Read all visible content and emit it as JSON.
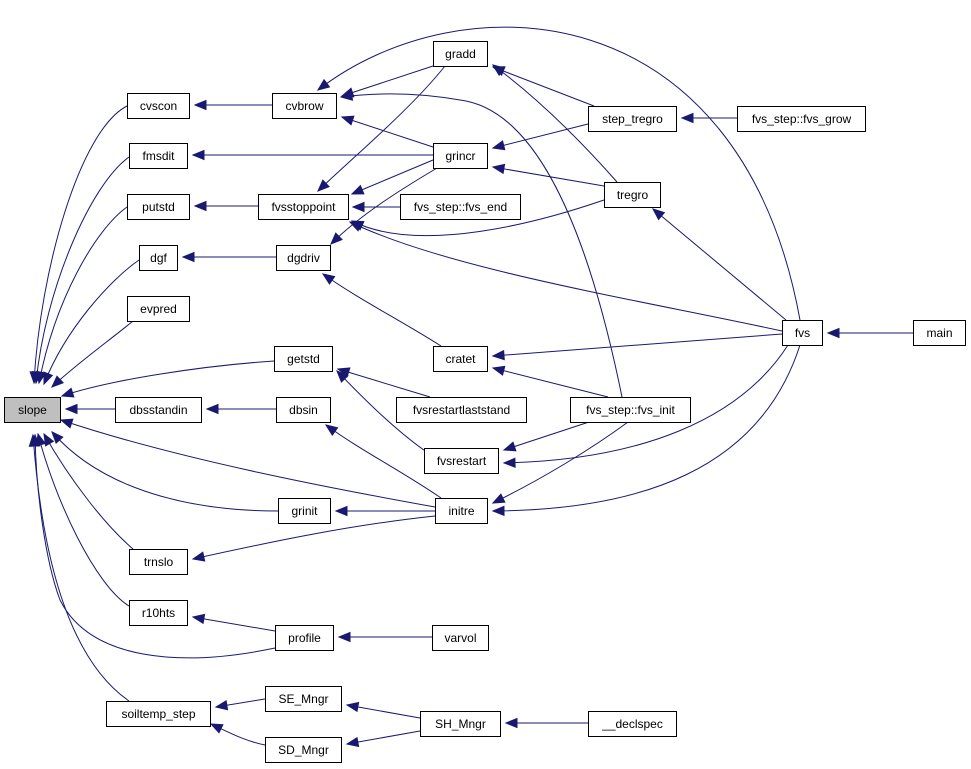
{
  "colors": {
    "edge": "#191970",
    "focus_fill": "#bfbfbf",
    "node_fill": "#ffffff",
    "border": "#000000"
  },
  "graph": {
    "focus_node": "slope",
    "nodes": [
      {
        "id": "slope",
        "label": "slope"
      },
      {
        "id": "cvscon",
        "label": "cvscon"
      },
      {
        "id": "fmsdit",
        "label": "fmsdit"
      },
      {
        "id": "putstd",
        "label": "putstd"
      },
      {
        "id": "dgf",
        "label": "dgf"
      },
      {
        "id": "evpred",
        "label": "evpred"
      },
      {
        "id": "getstd",
        "label": "getstd"
      },
      {
        "id": "dbsstandin",
        "label": "dbsstandin"
      },
      {
        "id": "dbsin",
        "label": "dbsin"
      },
      {
        "id": "grinit",
        "label": "grinit"
      },
      {
        "id": "trnslo",
        "label": "trnslo"
      },
      {
        "id": "r10hts",
        "label": "r10hts"
      },
      {
        "id": "profile",
        "label": "profile"
      },
      {
        "id": "soiltemp_step",
        "label": "soiltemp_step"
      },
      {
        "id": "SE_Mngr",
        "label": "SE_Mngr"
      },
      {
        "id": "SD_Mngr",
        "label": "SD_Mngr"
      },
      {
        "id": "cvbrow",
        "label": "cvbrow"
      },
      {
        "id": "fvsstoppoint",
        "label": "fvsstoppoint"
      },
      {
        "id": "dgdriv",
        "label": "dgdriv"
      },
      {
        "id": "gradd",
        "label": "gradd"
      },
      {
        "id": "grincr",
        "label": "grincr"
      },
      {
        "id": "fvs_end",
        "label": "fvs_step::fvs_end"
      },
      {
        "id": "cratet",
        "label": "cratet"
      },
      {
        "id": "fvsrestartlaststand",
        "label": "fvsrestartlaststand"
      },
      {
        "id": "fvsrestart",
        "label": "fvsrestart"
      },
      {
        "id": "initre",
        "label": "initre"
      },
      {
        "id": "varvol",
        "label": "varvol"
      },
      {
        "id": "SH_Mngr",
        "label": "SH_Mngr"
      },
      {
        "id": "step_tregro",
        "label": "step_tregro"
      },
      {
        "id": "tregro",
        "label": "tregro"
      },
      {
        "id": "fvs_init",
        "label": "fvs_step::fvs_init"
      },
      {
        "id": "fvs_grow",
        "label": "fvs_step::fvs_grow"
      },
      {
        "id": "fvs",
        "label": "fvs"
      },
      {
        "id": "main",
        "label": "main"
      },
      {
        "id": "declspec",
        "label": "__declspec"
      }
    ],
    "edges": [
      {
        "from": "cvscon",
        "to": "slope"
      },
      {
        "from": "fmsdit",
        "to": "slope"
      },
      {
        "from": "putstd",
        "to": "slope"
      },
      {
        "from": "dgf",
        "to": "slope"
      },
      {
        "from": "evpred",
        "to": "slope"
      },
      {
        "from": "getstd",
        "to": "slope"
      },
      {
        "from": "dbsstandin",
        "to": "slope"
      },
      {
        "from": "initre",
        "to": "slope"
      },
      {
        "from": "grinit",
        "to": "slope"
      },
      {
        "from": "trnslo",
        "to": "slope"
      },
      {
        "from": "r10hts",
        "to": "slope"
      },
      {
        "from": "profile",
        "to": "slope"
      },
      {
        "from": "soiltemp_step",
        "to": "slope"
      },
      {
        "from": "cvbrow",
        "to": "cvscon"
      },
      {
        "from": "grincr",
        "to": "fmsdit"
      },
      {
        "from": "fvsstoppoint",
        "to": "putstd"
      },
      {
        "from": "dgdriv",
        "to": "dgf"
      },
      {
        "from": "dbsin",
        "to": "dbsstandin"
      },
      {
        "from": "initre",
        "to": "grinit"
      },
      {
        "from": "initre",
        "to": "trnslo"
      },
      {
        "from": "profile",
        "to": "r10hts"
      },
      {
        "from": "SE_Mngr",
        "to": "soiltemp_step"
      },
      {
        "from": "SD_Mngr",
        "to": "soiltemp_step"
      },
      {
        "from": "gradd",
        "to": "cvbrow"
      },
      {
        "from": "grincr",
        "to": "cvbrow"
      },
      {
        "from": "fvs",
        "to": "cvbrow"
      },
      {
        "from": "fvs_init",
        "to": "cvbrow"
      },
      {
        "from": "gradd",
        "to": "fvsstoppoint"
      },
      {
        "from": "grincr",
        "to": "fvsstoppoint"
      },
      {
        "from": "fvs_end",
        "to": "fvsstoppoint"
      },
      {
        "from": "tregro",
        "to": "fvsstoppoint"
      },
      {
        "from": "fvs",
        "to": "fvsstoppoint"
      },
      {
        "from": "grincr",
        "to": "dgdriv"
      },
      {
        "from": "cratet",
        "to": "dgdriv"
      },
      {
        "from": "fvsrestartlaststand",
        "to": "getstd"
      },
      {
        "from": "fvsrestart",
        "to": "getstd"
      },
      {
        "from": "initre",
        "to": "dbsin"
      },
      {
        "from": "varvol",
        "to": "profile"
      },
      {
        "from": "SH_Mngr",
        "to": "SE_Mngr"
      },
      {
        "from": "SH_Mngr",
        "to": "SD_Mngr"
      },
      {
        "from": "step_tregro",
        "to": "gradd"
      },
      {
        "from": "tregro",
        "to": "gradd"
      },
      {
        "from": "step_tregro",
        "to": "grincr"
      },
      {
        "from": "tregro",
        "to": "grincr"
      },
      {
        "from": "fvs",
        "to": "tregro"
      },
      {
        "from": "fvs",
        "to": "cratet"
      },
      {
        "from": "fvs_init",
        "to": "cratet"
      },
      {
        "from": "fvs_init",
        "to": "fvsrestart"
      },
      {
        "from": "fvs",
        "to": "fvsrestart"
      },
      {
        "from": "fvs_init",
        "to": "initre"
      },
      {
        "from": "fvs",
        "to": "initre"
      },
      {
        "from": "fvs_grow",
        "to": "step_tregro"
      },
      {
        "from": "main",
        "to": "fvs"
      },
      {
        "from": "declspec",
        "to": "SH_Mngr"
      }
    ]
  }
}
